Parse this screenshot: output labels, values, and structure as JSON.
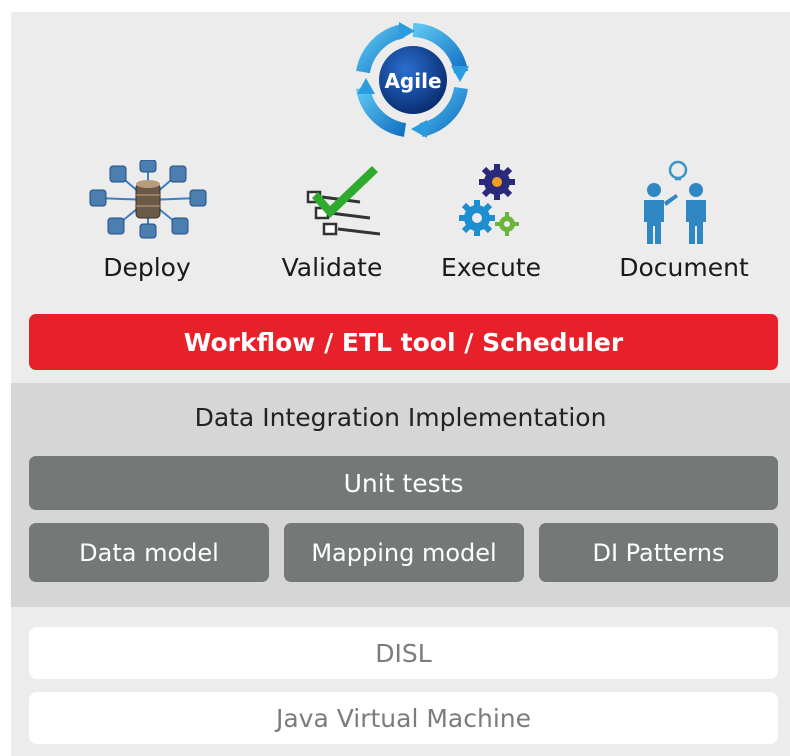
{
  "agile": {
    "label": "Agile"
  },
  "steps": [
    {
      "label": "Deploy",
      "icon": "database-network-icon"
    },
    {
      "label": "Validate",
      "icon": "checklist-icon"
    },
    {
      "label": "Execute",
      "icon": "gears-icon"
    },
    {
      "label": "Document",
      "icon": "people-idea-icon"
    }
  ],
  "workflow_bar": {
    "label": "Workflow / ETL tool / Scheduler"
  },
  "integration": {
    "heading": "Data Integration Implementation",
    "unit_tests": "Unit tests",
    "components": [
      "Data model",
      "Mapping model",
      "DI Patterns"
    ]
  },
  "foundation": {
    "disl": "DISL",
    "jvm": "Java Virtual Machine"
  },
  "colors": {
    "workflow_red": "#e8202a",
    "bar_gray": "#747978",
    "agile_blue": "#1e9ad6",
    "agile_dark": "#0b3c8c",
    "check_green": "#2eaa2e"
  }
}
